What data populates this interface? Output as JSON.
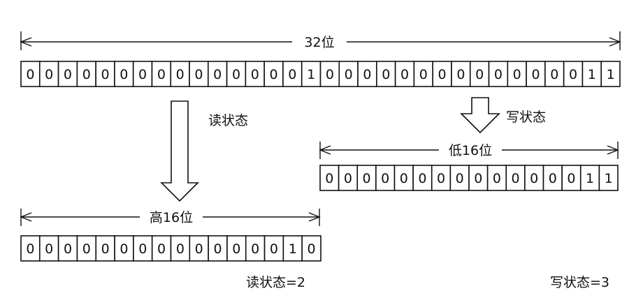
{
  "full_register": {
    "span_label": "32位",
    "bits": [
      "0",
      "0",
      "0",
      "0",
      "0",
      "0",
      "0",
      "0",
      "0",
      "0",
      "0",
      "0",
      "0",
      "0",
      "0",
      "1",
      "0",
      "0",
      "0",
      "0",
      "0",
      "0",
      "0",
      "0",
      "0",
      "0",
      "0",
      "0",
      "0",
      "0",
      "1",
      "1"
    ]
  },
  "read_path": {
    "arrow_label": "读状态",
    "span_label": "高16位",
    "bits": [
      "0",
      "0",
      "0",
      "0",
      "0",
      "0",
      "0",
      "0",
      "0",
      "0",
      "0",
      "0",
      "0",
      "0",
      "1",
      "0"
    ],
    "result_label": "读状态=2"
  },
  "write_path": {
    "arrow_label": "写状态",
    "span_label": "低16位",
    "bits": [
      "0",
      "0",
      "0",
      "0",
      "0",
      "0",
      "0",
      "0",
      "0",
      "0",
      "0",
      "0",
      "0",
      "0",
      "1",
      "1"
    ],
    "result_label": "写状态=3"
  }
}
